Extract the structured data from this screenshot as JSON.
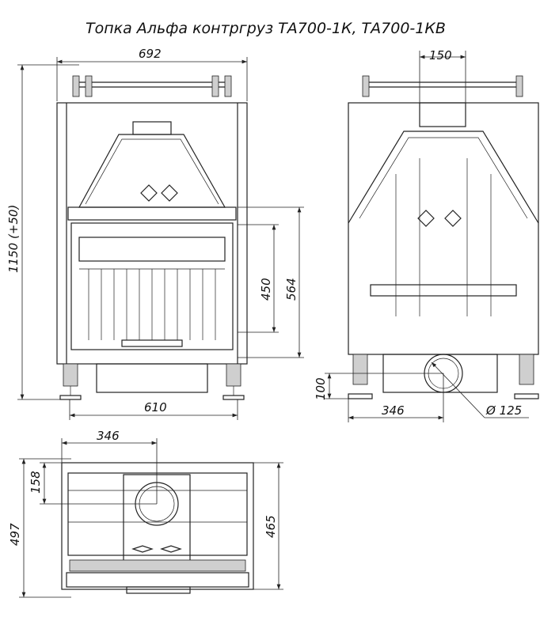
{
  "title": "Топка Альфа контргруз ТА700-1К, ТА700-1КВ",
  "front_view": {
    "width_top": "692",
    "height_total": "1150 (+50)",
    "opening_outer": "564",
    "opening_inner": "450",
    "width_bottom": "610"
  },
  "side_view": {
    "flue_width": "150",
    "flue_height": "100",
    "flue_offset": "346",
    "flue_diameter": "Ø 125"
  },
  "top_view": {
    "flue_offset": "346",
    "flue_depth": "158",
    "depth_total": "497",
    "depth_body": "465"
  }
}
